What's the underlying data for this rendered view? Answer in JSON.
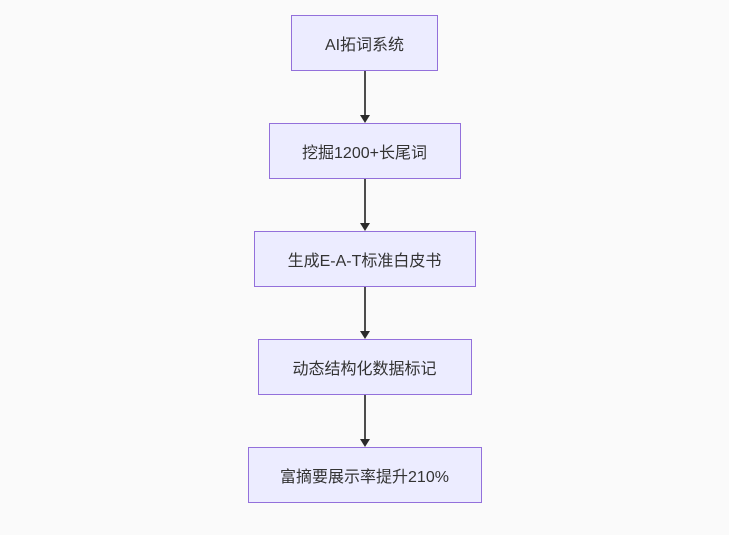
{
  "diagram": {
    "type": "flowchart",
    "direction": "top-down",
    "nodes": [
      {
        "id": "node-1",
        "label": "AI拓词系统"
      },
      {
        "id": "node-2",
        "label": "挖掘1200+长尾词"
      },
      {
        "id": "node-3",
        "label": "生成E-A-T标准白皮书"
      },
      {
        "id": "node-4",
        "label": "动态结构化数据标记"
      },
      {
        "id": "node-5",
        "label": "富摘要展示率提升210%"
      }
    ],
    "edges": [
      {
        "from": "node-1",
        "to": "node-2",
        "style": "arrow-down"
      },
      {
        "from": "node-2",
        "to": "node-3",
        "style": "arrow-down"
      },
      {
        "from": "node-3",
        "to": "node-4",
        "style": "arrow-down"
      },
      {
        "from": "node-4",
        "to": "node-5",
        "style": "arrow-down"
      }
    ],
    "colors": {
      "background": "#fafafa",
      "node_fill": "#ECECFF",
      "node_border": "#9370DB",
      "node_text": "#333333",
      "arrow_line": "#4d4d4d",
      "arrow_head": "#2b2b2b"
    }
  }
}
